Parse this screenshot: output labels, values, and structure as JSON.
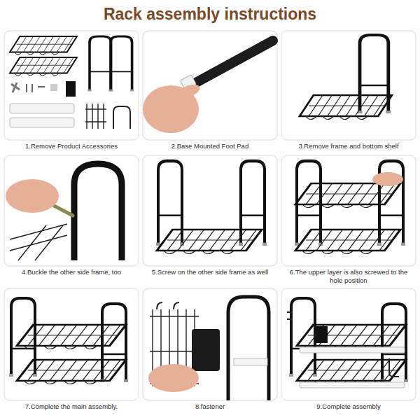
{
  "diagram": {
    "title": "Rack assembly instructions",
    "nodes": [
      {
        "text": [
          "1.Remove Product Accessories"
        ]
      },
      {
        "text": [
          "2.Base Mounted Foot Pad"
        ]
      },
      {
        "text": [
          "3.Remove frame and bottom shelf"
        ]
      },
      {
        "text": [
          "4.Buckle the other side frame, too"
        ]
      },
      {
        "text": [
          "5.Screw on the other side frame as well"
        ]
      },
      {
        "text": [
          "6.The upper layer is also screwed to the hole position"
        ]
      },
      {
        "text": [
          "7.Complete the main assembly."
        ]
      },
      {
        "text": [
          "8.fastener"
        ]
      },
      {
        "text": [
          "9.Complete assembly"
        ]
      }
    ]
  }
}
